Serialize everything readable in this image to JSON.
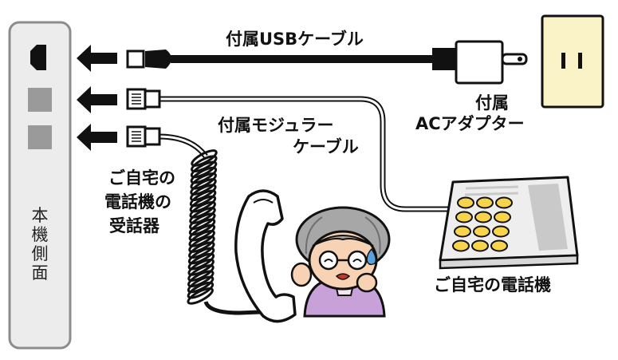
{
  "labels": {
    "usb_cable": "付属USBケーブル",
    "ac_adapter_line1": "付属",
    "ac_adapter_line2": "ACアダプター",
    "modular_cable_line1": "付属モジュラー",
    "modular_cable_line2": "ケーブル",
    "handset_line1": "ご自宅の",
    "handset_line2": "電話機の",
    "handset_line3": "受話器",
    "home_phone": "ご自宅の電話機",
    "device_side": "本機側面"
  },
  "colors": {
    "outline": "#111111",
    "device_panel": "#ececec",
    "port_gray": "#9a9a9a",
    "outlet_fill": "#fbf3c8",
    "phone_body": "#eeeeee",
    "phone_screen": "#c9c9c9",
    "phone_key": "#f7d44a",
    "skin": "#f8d2b4",
    "hair": "#a7a7a7",
    "clothes": "#c9a1d9",
    "tear": "#5aa0dd"
  },
  "icons": [
    "usb-port-icon",
    "modular-port-icon",
    "arrow-left-icon",
    "usb-plug-icon",
    "ac-adapter-icon",
    "wall-outlet-icon",
    "modular-plug-icon",
    "coiled-cord-icon",
    "handset-icon",
    "desk-phone-icon",
    "grandmother-icon"
  ]
}
